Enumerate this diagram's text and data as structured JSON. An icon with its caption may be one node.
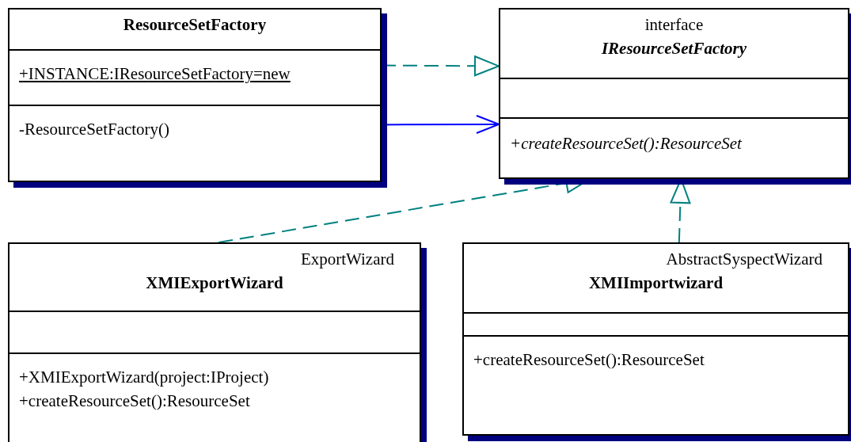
{
  "diagram": {
    "nodes": [
      {
        "text": [
          "ResourceSetFactory",
          "+INSTANCE:IResourceSetFactory=new",
          "-ResourceSetFactory()"
        ]
      },
      {
        "text": [
          "interface",
          "IResourceSetFactory",
          "+createResourceSet():ResourceSet"
        ]
      },
      {
        "text": [
          "ExportWizard",
          "XMIExportWizard",
          "+XMIExportWizard(project:IProject)",
          "+createResourceSet():ResourceSet"
        ]
      },
      {
        "text": [
          "AbstractSyspectWizard",
          "XMIImportwizard",
          "+createResourceSet():ResourceSet"
        ]
      }
    ],
    "edges": [
      {
        "from": 0,
        "to": 1,
        "arrow": "to",
        "style": "dashed"
      },
      {
        "from": 0,
        "to": 1,
        "arrow": "to",
        "color": "#0000ff"
      },
      {
        "from": 2,
        "to": 1,
        "arrow": "to",
        "style": "dashed"
      },
      {
        "from": 3,
        "to": 1,
        "arrow": "to",
        "style": "dashed"
      }
    ]
  }
}
